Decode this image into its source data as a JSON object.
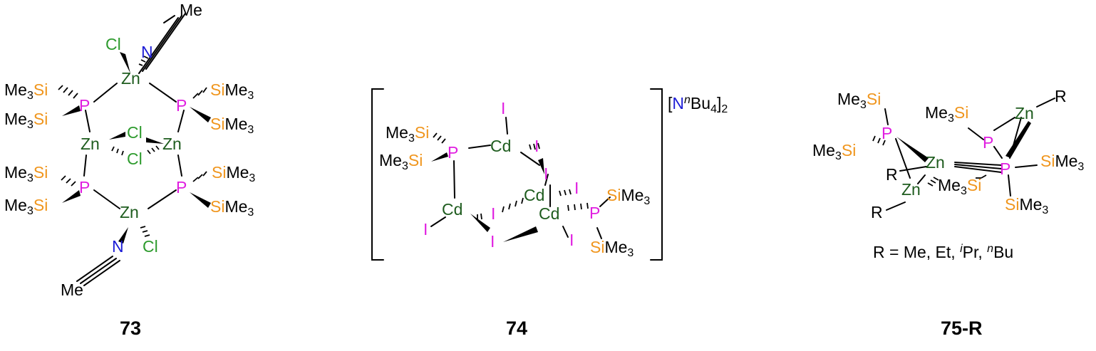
{
  "compounds": [
    {
      "label": "73",
      "atoms": {
        "me_top": "Me",
        "n_top": "N",
        "cl_top": "Cl",
        "zn_top": "Zn",
        "me3si_1": "Me",
        "me3si_1_sub": "3",
        "me3si_1_si": "Si",
        "me3si_2": "Me",
        "me3si_2_sub": "3",
        "me3si_2_si": "Si",
        "p_ul": "P",
        "p_ur": "P",
        "sime3_1_si": "Si",
        "sime3_1": "Me",
        "sime3_1_sub": "3",
        "sime3_2_si": "Si",
        "sime3_2": "Me",
        "sime3_2_sub": "3",
        "zn_l": "Zn",
        "zn_r": "Zn",
        "cl_m1": "Cl",
        "cl_m2": "Cl",
        "me3si_3": "Me",
        "me3si_3_sub": "3",
        "me3si_3_si": "Si",
        "me3si_4": "Me",
        "me3si_4_sub": "3",
        "me3si_4_si": "Si",
        "p_ll": "P",
        "p_lr": "P",
        "sime3_3_si": "Si",
        "sime3_3": "Me",
        "sime3_3_sub": "3",
        "sime3_4_si": "Si",
        "sime3_4": "Me",
        "sime3_4_sub": "3",
        "zn_bot": "Zn",
        "n_bot": "N",
        "cl_bot": "Cl",
        "me_bot": "Me"
      }
    },
    {
      "label": "74",
      "counterion": {
        "open": "[",
        "n": "N",
        "sup": "n",
        "bu": "Bu",
        "sub4": "4",
        "close": "]",
        "sub2": "2"
      },
      "atoms": {
        "i_top": "I",
        "me3si_1": "Me",
        "me3si_1_sub": "3",
        "me3si_1_si": "Si",
        "me3si_2": "Me",
        "me3si_2_sub": "3",
        "me3si_2_si": "Si",
        "p_l": "P",
        "cd_top": "Cd",
        "i_tr": "I",
        "i_mid": "I",
        "cd_mid": "Cd",
        "i_r": "I",
        "sime3_1_si": "Si",
        "sime3_1": "Me",
        "sime3_1_sub": "3",
        "cd_l": "Cd",
        "i_c": "I",
        "cd_r": "Cd",
        "p_r": "P",
        "i_l": "I",
        "i_b": "I",
        "i_br": "I",
        "sime3_2_si": "Si",
        "sime3_2": "Me",
        "sime3_2_sub": "3"
      }
    },
    {
      "label": "75-R",
      "caption": {
        "prefix": "R = Me, Et, ",
        "sup_i": "i",
        "pr": "Pr, ",
        "sup_n": "n",
        "bu": "Bu"
      },
      "atoms": {
        "me3si_1": "Me",
        "me3si_1_sub": "3",
        "me3si_1_si": "Si",
        "me3si_2": "Me",
        "me3si_2_sub": "3",
        "me3si_2_si": "Si",
        "me3si_3": "Me",
        "me3si_3_sub": "3",
        "me3si_3_si": "Si",
        "me3si_4": "Me",
        "me3si_4_sub": "3",
        "me3si_4_si": "Si",
        "p_l": "P",
        "p_m": "P",
        "p_r": "P",
        "zn_tr": "Zn",
        "r_tr": "R",
        "zn_c": "Zn",
        "r_l": "R",
        "zn_l": "Zn",
        "r_bl": "R",
        "sime3_1_si": "Si",
        "sime3_1": "Me",
        "sime3_1_sub": "3",
        "sime3_2_si": "Si",
        "sime3_2": "Me",
        "sime3_2_sub": "3"
      }
    }
  ],
  "colors": {
    "zn": "#1e5c1e",
    "cd": "#1e5c1e",
    "cl": "#2e9b2e",
    "n": "#1c1cd6",
    "p": "#e01ee0",
    "si": "#f0961e",
    "i": "#e01ee0",
    "text": "#000000"
  }
}
